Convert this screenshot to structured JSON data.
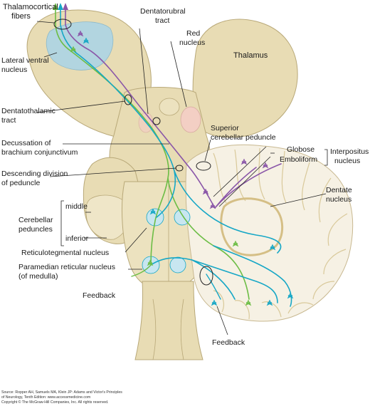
{
  "labels": {
    "thalamocortical": [
      "Thalamocortical",
      "fibers"
    ],
    "dentatorubral": [
      "Dentatorubral",
      "tract"
    ],
    "red_nucleus": [
      "Red",
      "nucleus"
    ],
    "thalamus": "Thalamus",
    "lateral_ventral": [
      "Lateral ventral",
      "nucleus"
    ],
    "dentatothalamic": [
      "Dentatothalamic",
      "tract"
    ],
    "decussation": [
      "Decussation of",
      "brachium conjunctivum"
    ],
    "superior_peduncle": [
      "Superior",
      "cerebellar peduncle"
    ],
    "globose": "Globose",
    "emboliform": "Emboliform",
    "interpositus": [
      "Interpositus",
      "nucleus"
    ],
    "descending": [
      "Descending division",
      "of peduncle"
    ],
    "dentate": [
      "Dentate",
      "nucleus"
    ],
    "middle": "middle",
    "cerebellar_peduncles": [
      "Cerebellar",
      "peduncles"
    ],
    "inferior": "inferior",
    "reticulotegmental": "Reticulotegmental nucleus",
    "paramedian": [
      "Paramedian reticular nucleus",
      "(of medulla)"
    ],
    "feedback_left": "Feedback",
    "feedback_bottom": "Feedback"
  },
  "source": {
    "line1": "Source: Ropper AH, Samuels MA, Klein JP: Adams and Victor's Principles",
    "line2": "of Neurology, Tenth Edition: www.accessmedicine.com",
    "line3": "Copyright © The McGraw-Hill Companies, Inc. All rights reserved."
  },
  "colors": {
    "tissue": "#e8dcb4",
    "tissue_edge": "#b8a878",
    "shadow": "#d6c79a",
    "ventral_nucleus": "#a9d4e8",
    "red_nucleus": "#f3cfc4",
    "tract_green": "#6cbd45",
    "tract_cyan": "#16a7c6",
    "tract_purple": "#8a56a8",
    "cerebellum": "#f6f1e4"
  }
}
